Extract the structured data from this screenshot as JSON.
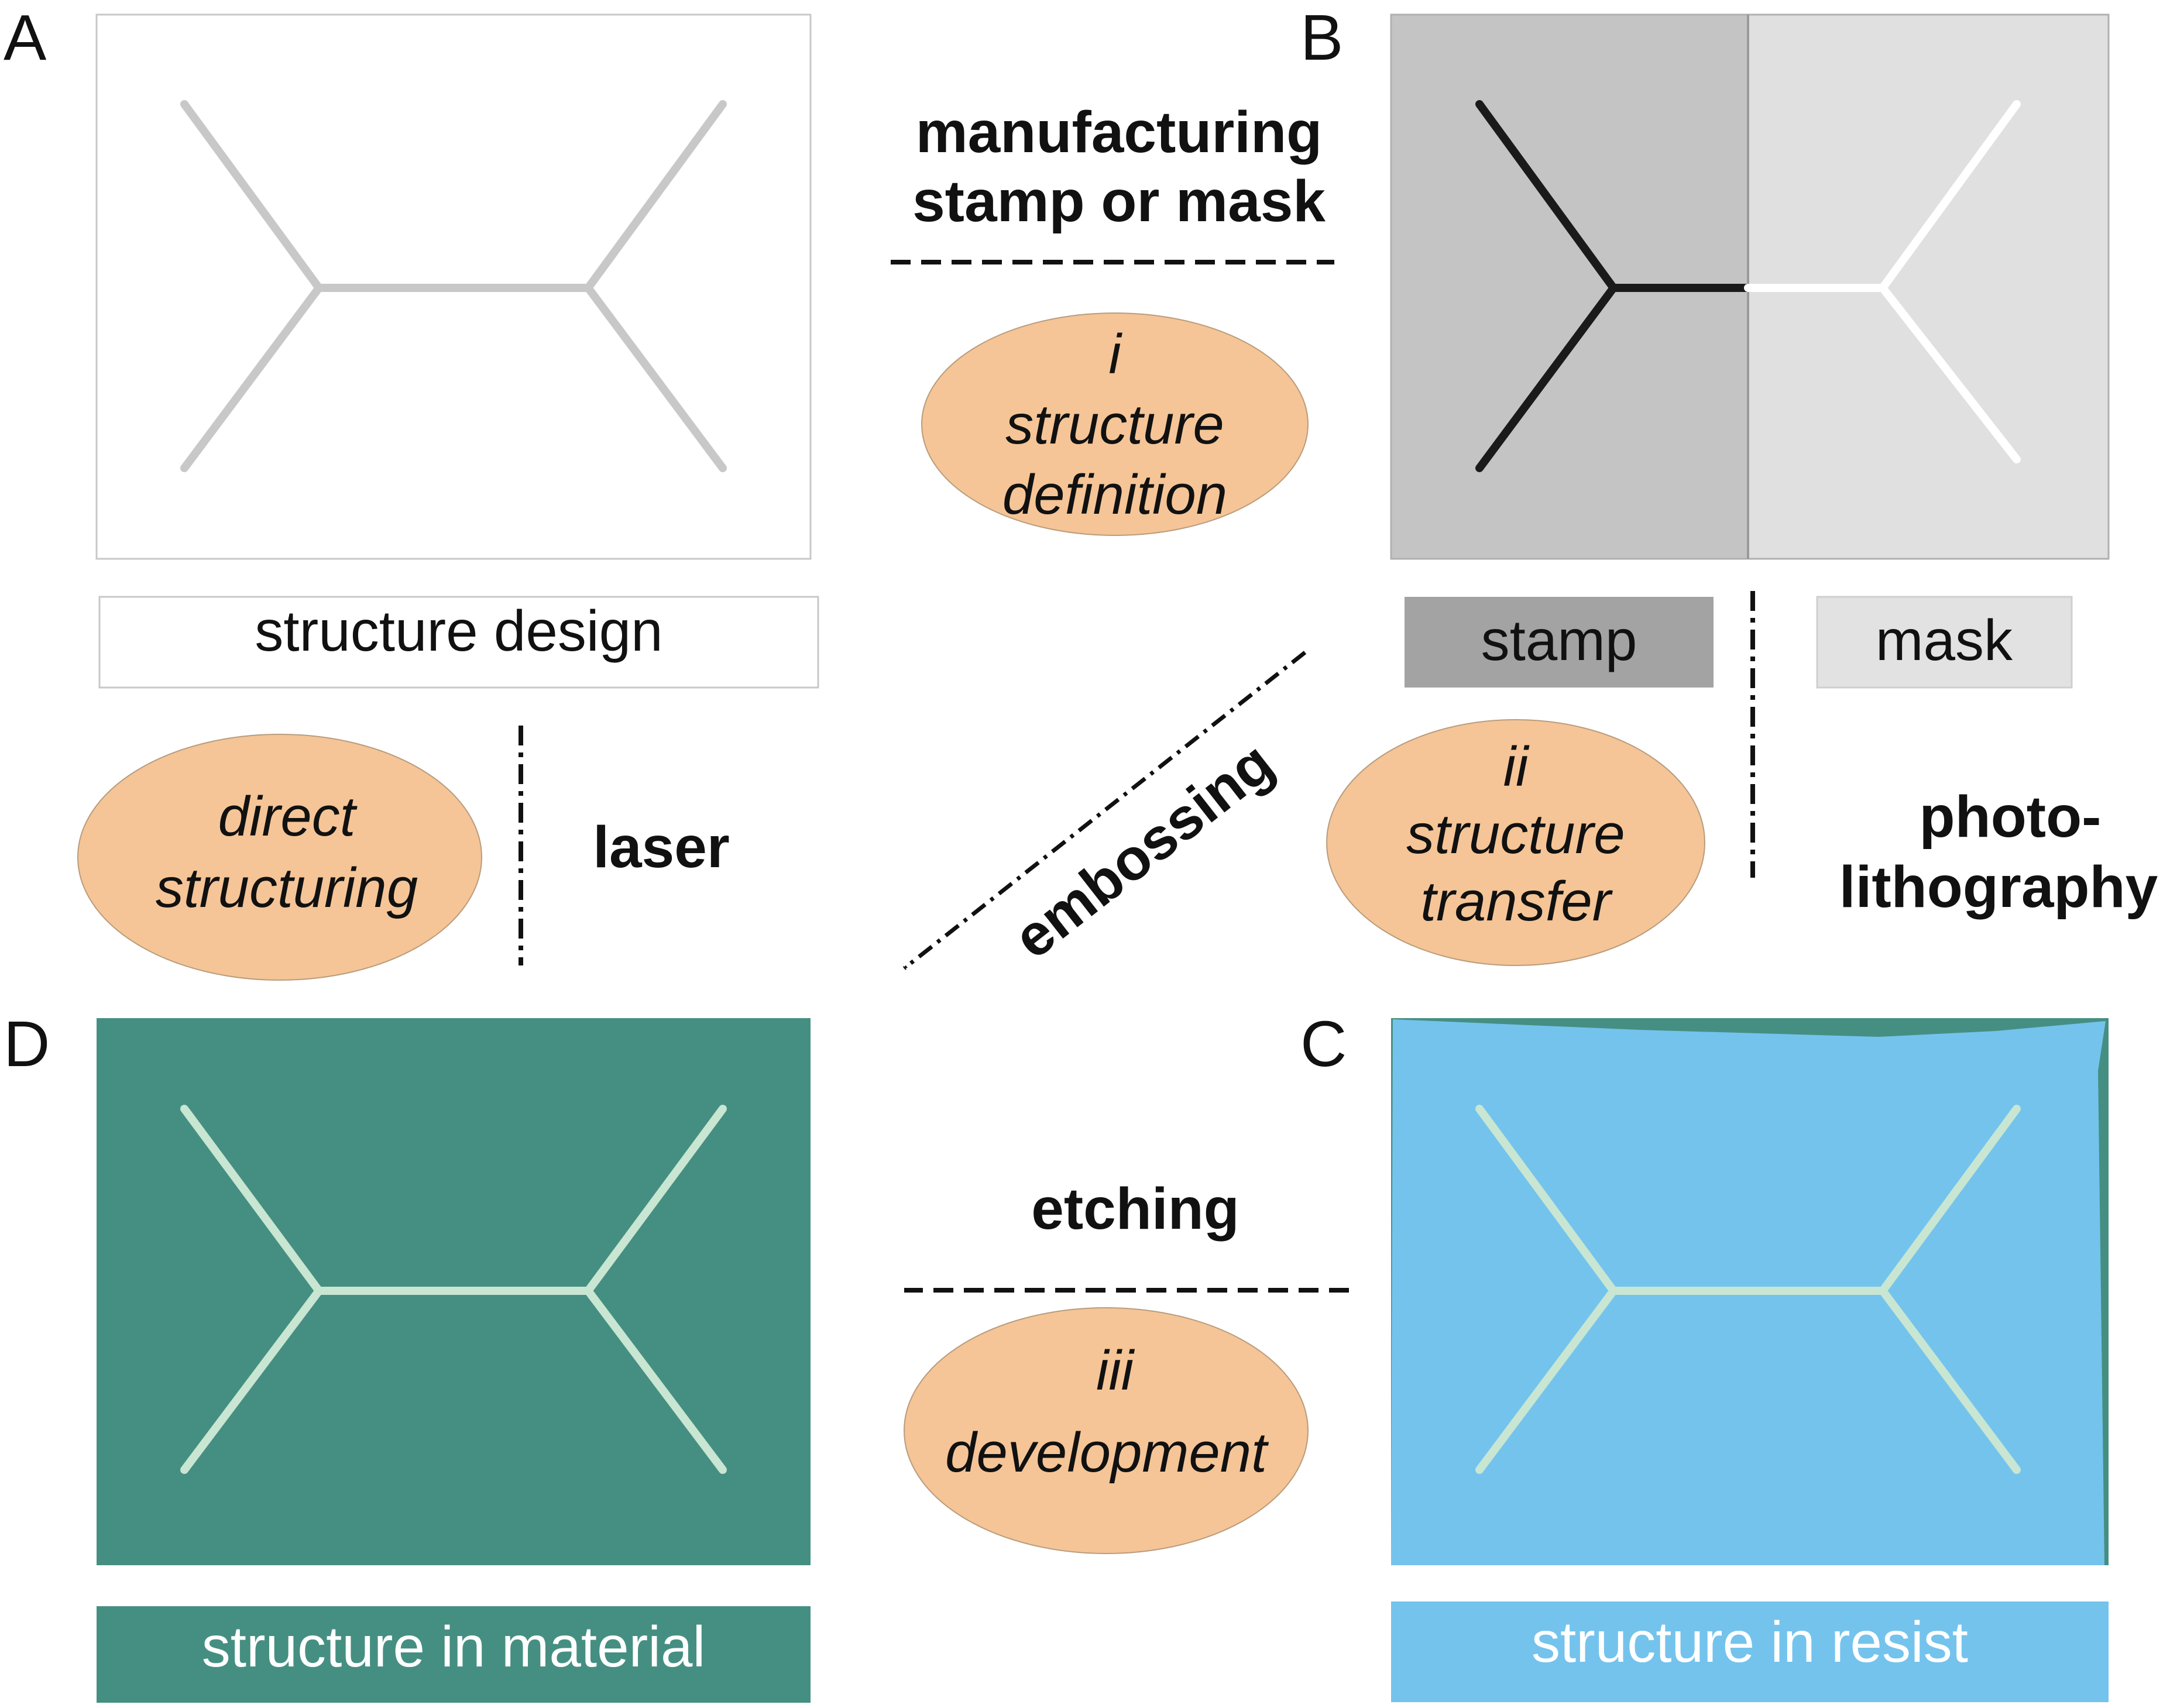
{
  "panels": {
    "A": {
      "letter": "A",
      "caption": "structure design"
    },
    "B": {
      "letter": "B",
      "caption_stamp": "stamp",
      "caption_mask": "mask"
    },
    "C": {
      "letter": "C",
      "caption": "structure in resist"
    },
    "D": {
      "letter": "D",
      "caption": "structure in material"
    }
  },
  "steps": {
    "i": {
      "numeral": "i",
      "line1": "structure",
      "line2": "definition"
    },
    "ii": {
      "numeral": "ii",
      "line1": "structure",
      "line2": "transfer"
    },
    "iii": {
      "numeral": "iii",
      "line1": "development"
    },
    "direct": {
      "line1": "direct",
      "line2": "structuring"
    }
  },
  "arrow_labels": {
    "manufacturing_line1": "manufacturing",
    "manufacturing_line2": "stamp or mask",
    "laser": "laser",
    "embossing": "embossing",
    "photolithography_line1": "photo-",
    "photolithography_line2": "lithography",
    "etching": "etching"
  },
  "colors": {
    "oval": "#f5c597",
    "stamp_panel": "#c4c4c4",
    "mask_panel": "#e0e0e0",
    "stamp_caption": "#a3a3a3",
    "mask_caption": "#e2e2e2",
    "resist": "#74c3ed",
    "material": "#458f82",
    "structure_light": "#c8e6d2",
    "structure_grey": "#c8c8c8"
  }
}
